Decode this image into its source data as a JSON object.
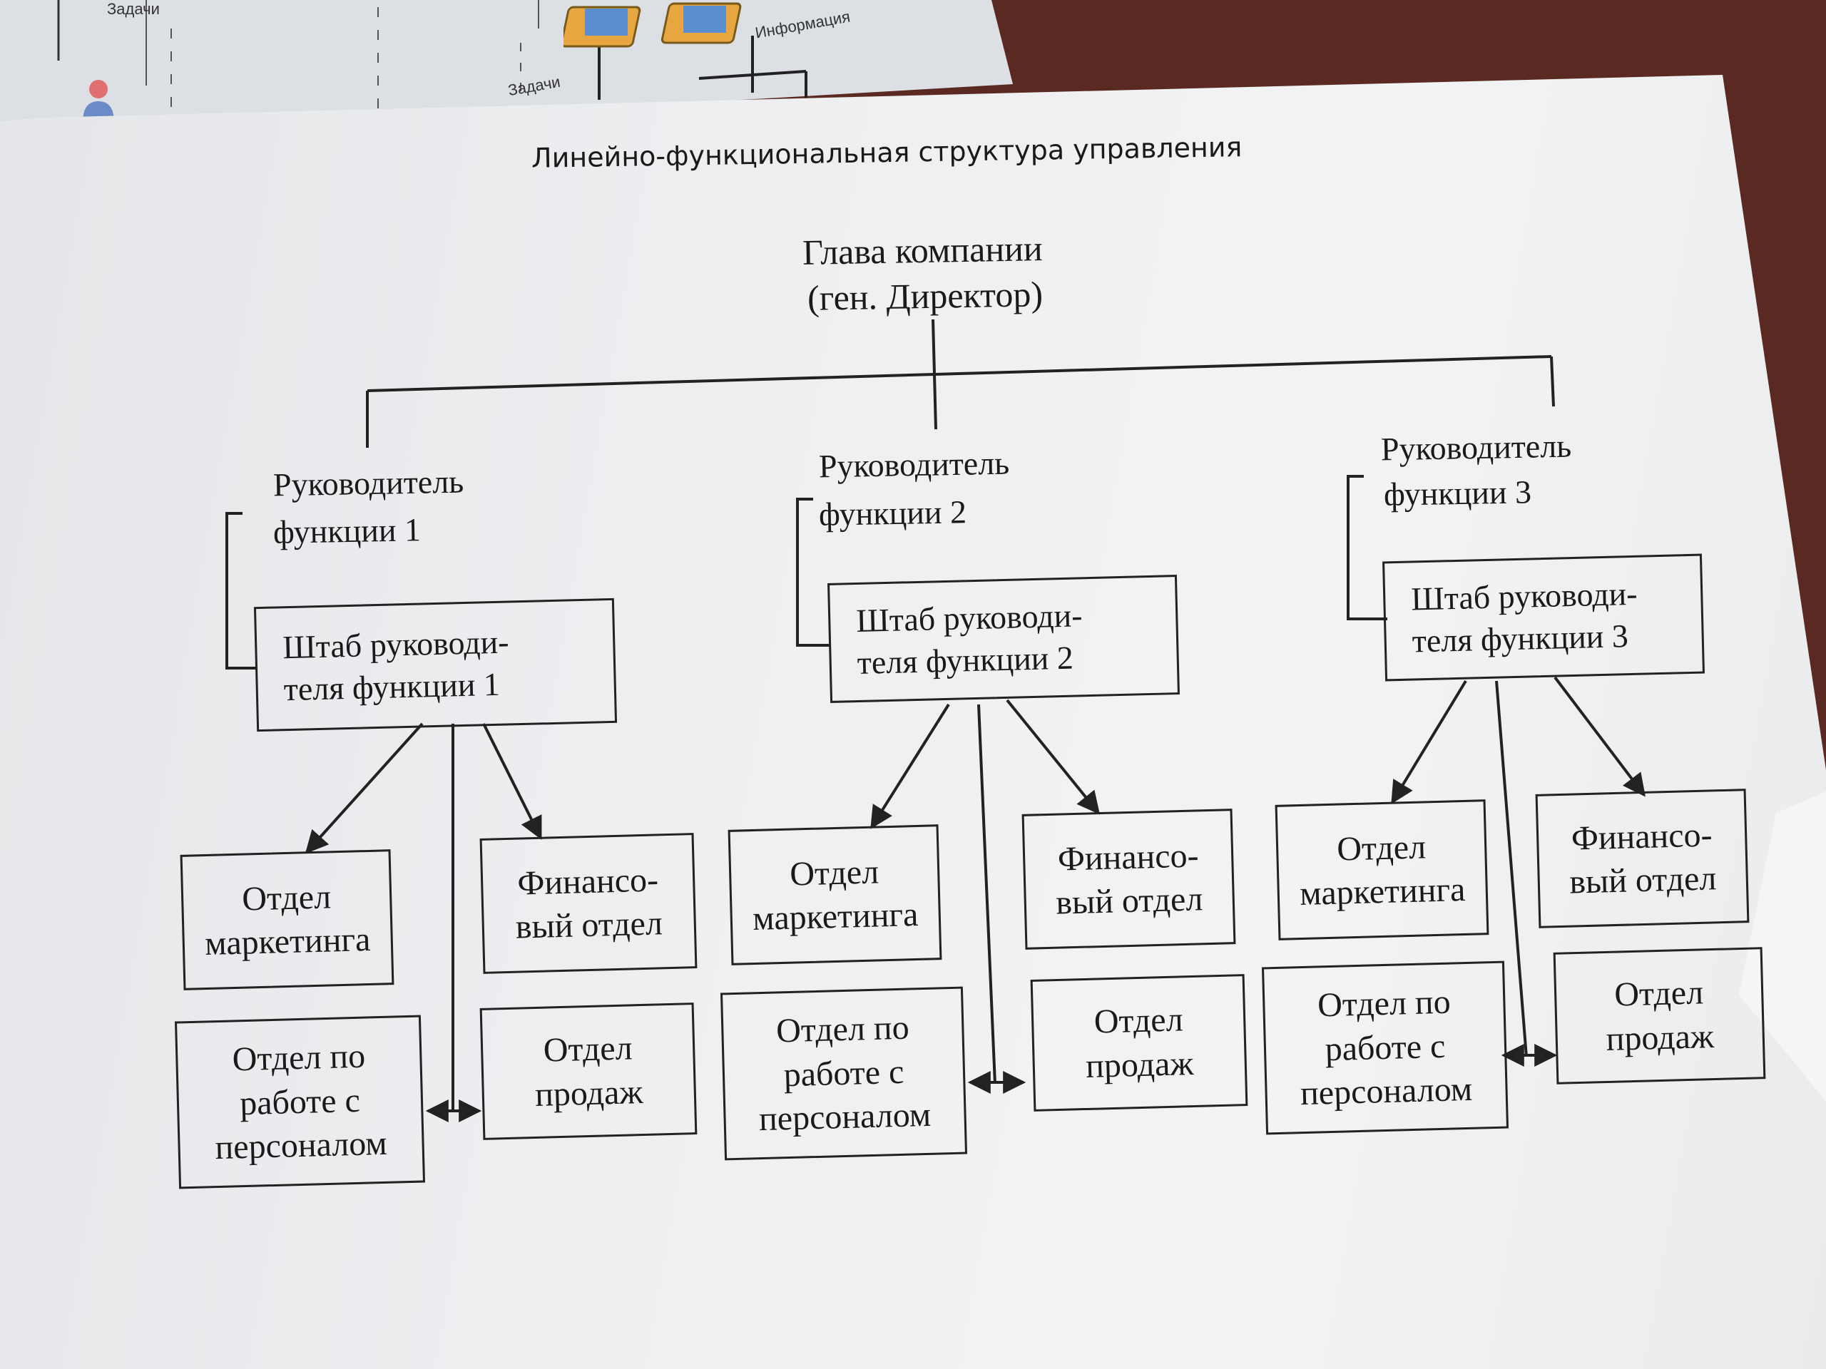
{
  "background_sheet": {
    "labels": [
      "Задачи",
      "Задачи",
      "Информация"
    ]
  },
  "diagram": {
    "title": "Линейно-функциональная структура управления",
    "head": {
      "line1": "Глава компании",
      "line2": "(ген. Директор)"
    },
    "functions": [
      {
        "manager_line1": "Руководитель",
        "manager_line2": "функции 1",
        "staff": "Штаб руководи-\nтеля функции 1",
        "departments": {
          "marketing": "Отдел\nмаркетинга",
          "finance": "Финансо-\nвый отдел",
          "personnel": "Отдел по\nработе с\nперсоналом",
          "sales": "Отдел\nпродаж"
        }
      },
      {
        "manager_line1": "Руководитель",
        "manager_line2": "функции 2",
        "staff": "Штаб руководи-\nтеля функции 2",
        "departments": {
          "marketing": "Отдел\nмаркетинга",
          "finance": "Финансо-\nвый отдел",
          "personnel": "Отдел по\nработе с\nперсоналом",
          "sales": "Отдел\nпродаж"
        }
      },
      {
        "manager_line1": "Руководитель",
        "manager_line2": "функции 3",
        "staff": "Штаб руководи-\nтеля функции 3",
        "departments": {
          "marketing": "Отдел\nмаркетинга",
          "finance": "Финансо-\nвый отдел",
          "personnel": "Отдел по\nработе с\nперсоналом",
          "sales": "Отдел\nпродаж"
        }
      }
    ]
  },
  "colors": {
    "table": "#5a2a22",
    "paper": "#eeeff1",
    "ink": "#222222"
  }
}
